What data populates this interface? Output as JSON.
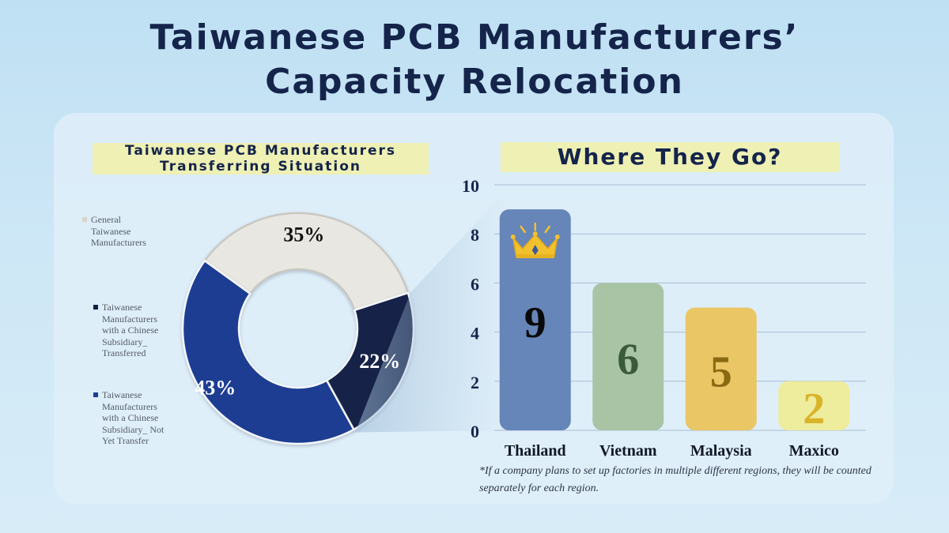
{
  "title": {
    "line1": "Taiwanese PCB Manufacturers’",
    "line2": "Capacity Relocation"
  },
  "footnote": "*If a company plans to set up factories in multiple different regions, they will be counted separately for each region.",
  "icons": {
    "crown": "crown-icon"
  },
  "chart_data": [
    {
      "type": "pie",
      "title_lines": [
        "Taiwanese PCB Manufacturers",
        "Transferring Situation"
      ],
      "legend_position": "left",
      "slices": [
        {
          "name": "General Taiwanese Manufacturers",
          "legend_lines": [
            "General",
            "Taiwanese",
            "Manufacturers"
          ],
          "value": 35,
          "label": "35%",
          "color": "#e8e7e1"
        },
        {
          "name": "Taiwanese Manufacturers with a Chinese Subsidiary_ Transferred",
          "legend_lines": [
            "Taiwanese",
            "Manufacturers",
            "with a Chinese",
            "Subsidiary_",
            "Transferred"
          ],
          "value": 22,
          "label": "22%",
          "color": "#122047"
        },
        {
          "name": "Taiwanese Manufacturers with a Chinese Subsidiary_ Not Yet Transfer",
          "legend_lines": [
            "Taiwanese",
            "Manufacturers",
            "with a Chinese",
            "Subsidiary_ Not",
            "Yet Transfer"
          ],
          "value": 43,
          "label": "43%",
          "color": "#1d3e92"
        }
      ]
    },
    {
      "type": "bar",
      "title": "Where They Go?",
      "categories": [
        "Thailand",
        "Vietnam",
        "Malaysia",
        "Maxico"
      ],
      "values": [
        9,
        6,
        5,
        2
      ],
      "value_labels": [
        "9",
        "6",
        "5",
        "2"
      ],
      "colors": [
        "#6685b8",
        "#a8c4a4",
        "#eac665",
        "#eeec9d"
      ],
      "label_colors": [
        "#0a0a0a",
        "#3a5a3a",
        "#8a6a10",
        "#d9b42a"
      ],
      "ylim": [
        0,
        10
      ],
      "yticks": [
        0,
        2,
        4,
        6,
        8,
        10
      ],
      "grid": true
    }
  ]
}
